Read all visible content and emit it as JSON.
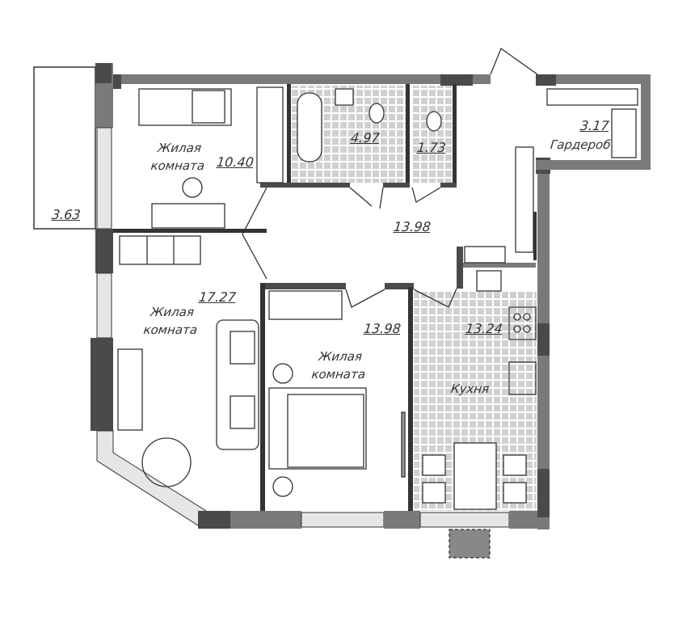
{
  "plan": {
    "rooms": [
      {
        "id": "bedroom-small",
        "name_line1": "Жилая",
        "name_line2": "комната",
        "area": "10.40"
      },
      {
        "id": "bathroom",
        "area": "4.97"
      },
      {
        "id": "toilet",
        "area": "1.73"
      },
      {
        "id": "hallway",
        "area": "13.98"
      },
      {
        "id": "wardrobe",
        "name": "Гардероб",
        "area": "3.17"
      },
      {
        "id": "balcony",
        "area": "3.63"
      },
      {
        "id": "living",
        "name_line1": "Жилая",
        "name_line2": "комната",
        "area": "17.27"
      },
      {
        "id": "bedroom",
        "name_line1": "Жилая",
        "name_line2": "комната",
        "area": "13.98"
      },
      {
        "id": "kitchen",
        "name": "Кухня",
        "area": "13.24"
      }
    ],
    "colors": {
      "wall_dark": "#4a4a4a",
      "wall": "#7a7a7a",
      "tile": "#d0d0d0"
    }
  }
}
